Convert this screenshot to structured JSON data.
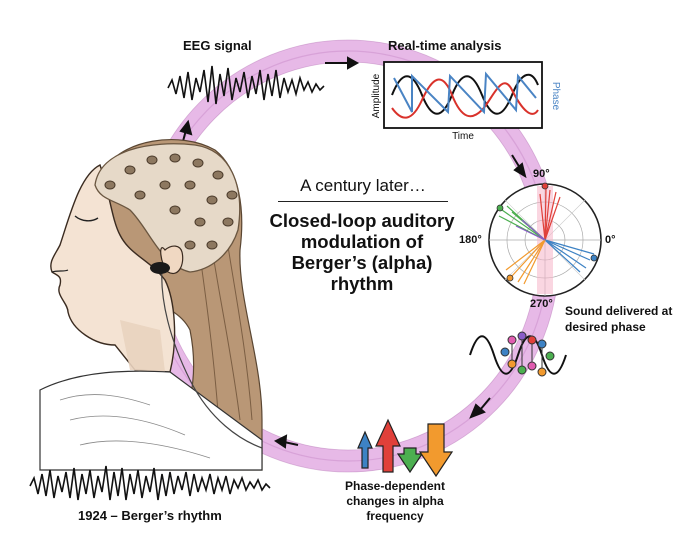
{
  "labels": {
    "eeg_signal": "EEG signal",
    "realtime_analysis": "Real-time analysis",
    "century_later": "A century later…",
    "main_title": "Closed-loop auditory modulation of Berger’s (alpha) rhythm",
    "sound_delivered": "Sound delivered at desired phase",
    "phase_dependent": "Phase-dependent changes in alpha frequency",
    "berger_1924": "1924 – Berger’s rhythm"
  },
  "analysis_plot": {
    "ylabel_left": "Amplitude",
    "ylabel_right": "Phase",
    "xlabel": "Time"
  },
  "polar_plot": {
    "deg_90": "90°",
    "deg_180": "180°",
    "deg_0": "0°",
    "deg_270": "270°"
  },
  "colors": {
    "loop": "#e3b6e3",
    "accent_red": "#e0403a",
    "accent_blue": "#3d82c4",
    "accent_green": "#4caf50",
    "accent_orange": "#f29a2e",
    "accent_purple": "#8a5cc8",
    "accent_pink": "#e05db0"
  }
}
